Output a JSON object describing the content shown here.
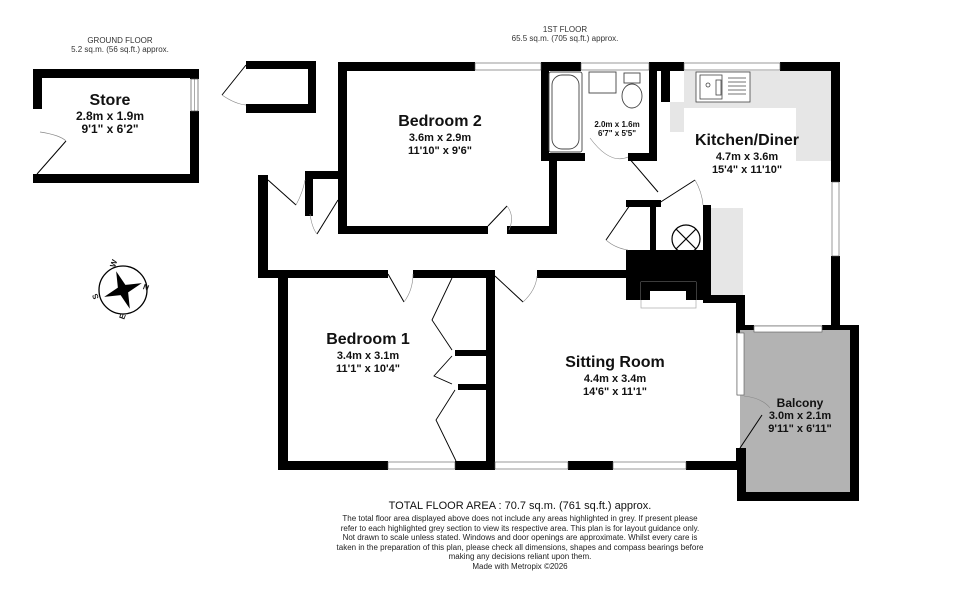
{
  "ground_floor": {
    "title": "GROUND FLOOR",
    "area": "5.2 sq.m. (56 sq.ft.) approx."
  },
  "first_floor": {
    "title": "1ST FLOOR",
    "area": "65.5 sq.m. (705 sq.ft.) approx."
  },
  "rooms": {
    "store": {
      "name": "Store",
      "metric": "2.8m  x 1.9m",
      "imperial": "9'1\"  x 6'2\""
    },
    "bedroom2": {
      "name": "Bedroom 2",
      "metric": "3.6m  x 2.9m",
      "imperial": "11'10\"  x 9'6\""
    },
    "bathroom": {
      "name": "",
      "metric": "2.0m  x 1.6m",
      "imperial": "6'7\"  x 5'5\""
    },
    "kitchen": {
      "name": "Kitchen/Diner",
      "metric": "4.7m  x 3.6m",
      "imperial": "15'4\"  x 11'10\""
    },
    "bedroom1": {
      "name": "Bedroom 1",
      "metric": "3.4m  x 3.1m",
      "imperial": "11'1\"  x 10'4\""
    },
    "sitting": {
      "name": "Sitting Room",
      "metric": "4.4m  x 3.4m",
      "imperial": "14'6\"  x 11'1\""
    },
    "balcony": {
      "name": "Balcony",
      "metric": "3.0m  x 2.1m",
      "imperial": "9'11\"  x 6'11\""
    }
  },
  "compass": {
    "labels": {
      "n": "N",
      "e": "E",
      "s": "S",
      "w": "W"
    }
  },
  "footer": {
    "total": "TOTAL FLOOR AREA : 70.7 sq.m. (761 sq.ft.) approx.",
    "disclaimer": "The total floor area displayed above does not include any areas highlighted in grey. If present please refer to each highlighted grey section to view its respective area. This plan is for layout guidance only. Not drawn to scale unless stated. Windows and door openings are approximate. Whilst every care is taken in the preparation of this plan, please check all dimensions, shapes and compass bearings before making any decisions reliant upon them.",
    "credit": "Made with Metropix ©2026"
  },
  "colors": {
    "wall": "#000000",
    "grey_area": "#b3b3b3",
    "worktop": "#e6e6e6"
  }
}
